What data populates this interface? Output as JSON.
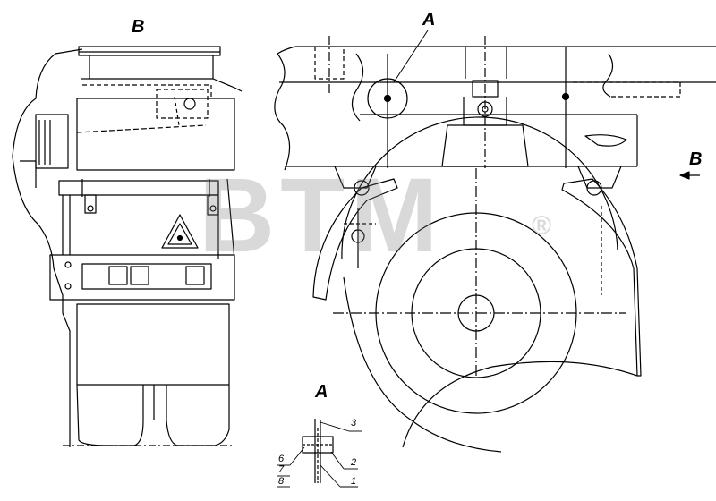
{
  "view_labels": {
    "left_view": "B",
    "top_callout": "A",
    "right_arrow": "B",
    "detail_title": "A"
  },
  "detail_parts": {
    "p3": "3",
    "p6": "6",
    "p7": "7",
    "p8": "8",
    "p2": "2",
    "p1": "1"
  },
  "watermark": {
    "text": "BTM",
    "mark": "®",
    "color": "#8a8a8a"
  },
  "colors": {
    "line": "#000000",
    "background": "#ffffff"
  }
}
